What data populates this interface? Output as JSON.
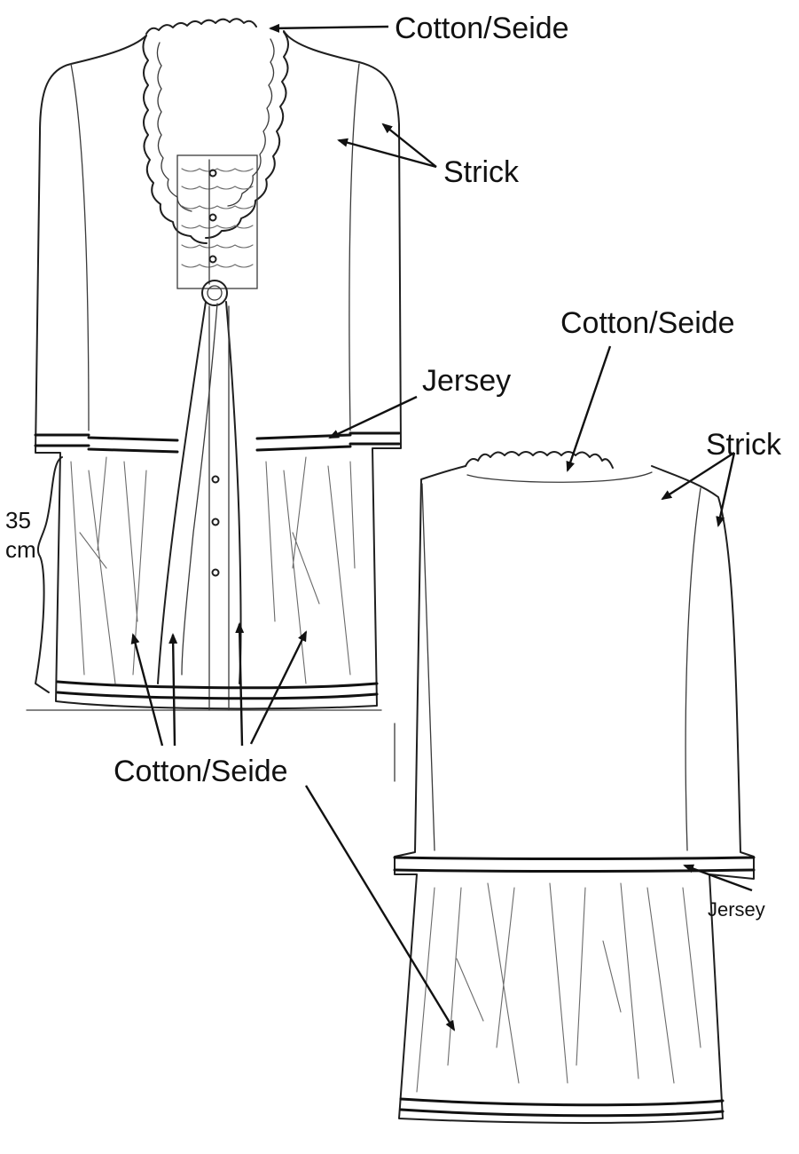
{
  "labels": {
    "front_neck": "Cotton/Seide",
    "front_body": "Strick",
    "front_waist": "Jersey",
    "front_measure_value": "35",
    "front_measure_unit": "cm",
    "front_skirt": "Cotton/Seide",
    "back_neck": "Cotton/Seide",
    "back_body": "Strick",
    "back_waist": "Jersey"
  }
}
